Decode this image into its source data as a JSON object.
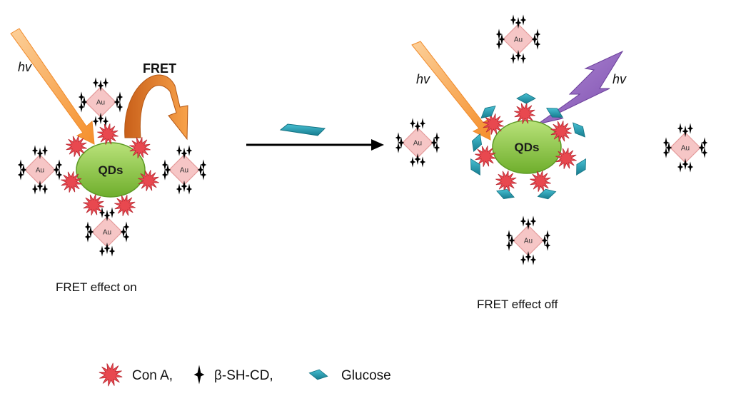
{
  "labels": {
    "hv_left": "hv",
    "hv_right_orange": "hv",
    "hv_right_purple": "hv",
    "fret": "FRET",
    "qds_left": "QDs",
    "qds_right": "QDs",
    "au": "Au"
  },
  "captions": {
    "left": "FRET effect on",
    "right": "FRET effect off"
  },
  "legend": {
    "con_a": "Con A,",
    "beta_sh_cd": "β-SH-CD,",
    "glucose": "Glucose"
  },
  "colors": {
    "au_fill": "#f6c6c6",
    "au_stroke": "#e49a9a",
    "qd_fill": "#8dc63f",
    "con_a": "#e8484f",
    "glucose": "#1f9bb0",
    "hv_arrow": "#f7a24a",
    "fret_arrow": "#e2731f",
    "lightning": "#8e64b8"
  }
}
